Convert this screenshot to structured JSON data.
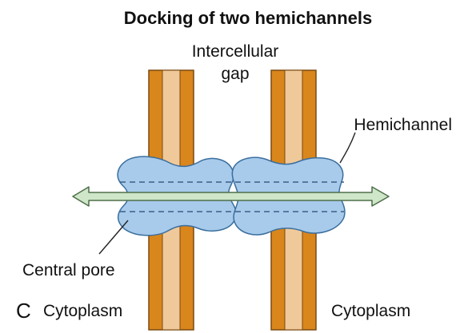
{
  "title": "Docking of two hemichannels",
  "labels": {
    "intercellular_line1": "Intercellular",
    "intercellular_line2": "gap",
    "hemichannel": "Hemichannel",
    "central_pore": "Central pore",
    "panel_letter": "C",
    "cytoplasm_left": "Cytoplasm",
    "cytoplasm_right": "Cytoplasm"
  },
  "colors": {
    "membrane_outer": "#D9861C",
    "membrane_inner": "#F0C99A",
    "membrane_outline": "#7A4A12",
    "channel_fill": "#A8CBEB",
    "channel_outline": "#3A6E9E",
    "arrow_fill": "#CFE6C9",
    "arrow_outline": "#4F6E4A"
  }
}
